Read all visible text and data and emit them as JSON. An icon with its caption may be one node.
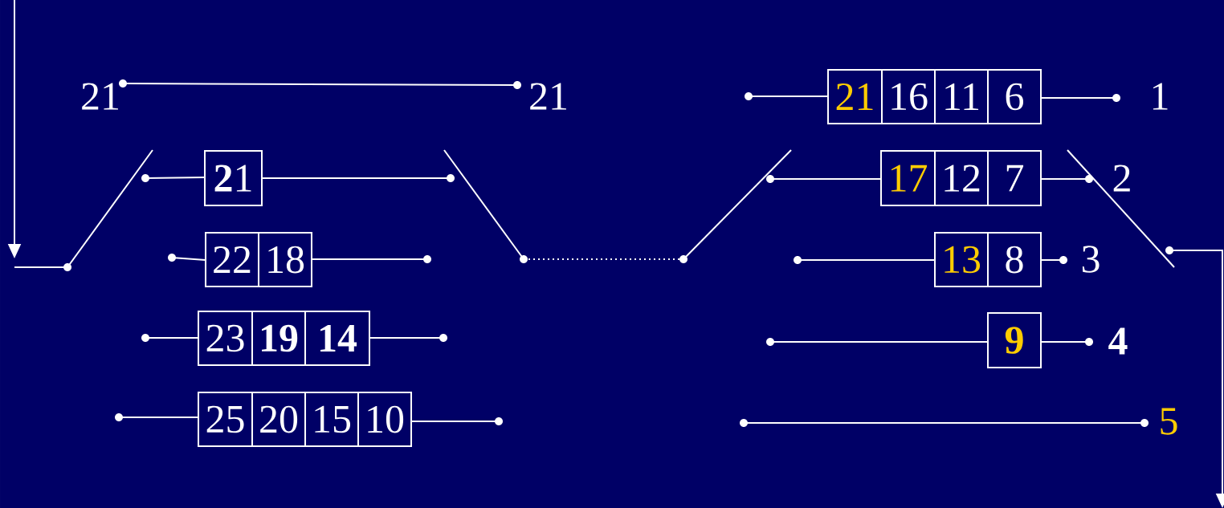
{
  "diagram": {
    "nodes": [
      {
        "text": [
          "21"
        ]
      },
      {
        "text": [
          "16"
        ]
      },
      {
        "text": [
          "11"
        ]
      },
      {
        "text": [
          "6"
        ]
      },
      {
        "text": [
          "**2**1"
        ]
      },
      {
        "text": [
          "17"
        ]
      },
      {
        "text": [
          "12"
        ]
      },
      {
        "text": [
          "7"
        ]
      },
      {
        "text": [
          "22"
        ]
      },
      {
        "text": [
          "18"
        ]
      },
      {
        "text": [
          "13"
        ]
      },
      {
        "text": [
          "8"
        ]
      },
      {
        "text": [
          "23"
        ]
      },
      {
        "text": [
          "19"
        ]
      },
      {
        "text": [
          "14"
        ]
      },
      {
        "text": [
          "9"
        ]
      },
      {
        "text": [
          "25"
        ]
      },
      {
        "text": [
          "20"
        ]
      },
      {
        "text": [
          "15"
        ]
      },
      {
        "text": [
          "10"
        ]
      }
    ],
    "labels": [
      "21",
      "21",
      "1",
      "2",
      "3",
      "4",
      "5"
    ]
  }
}
